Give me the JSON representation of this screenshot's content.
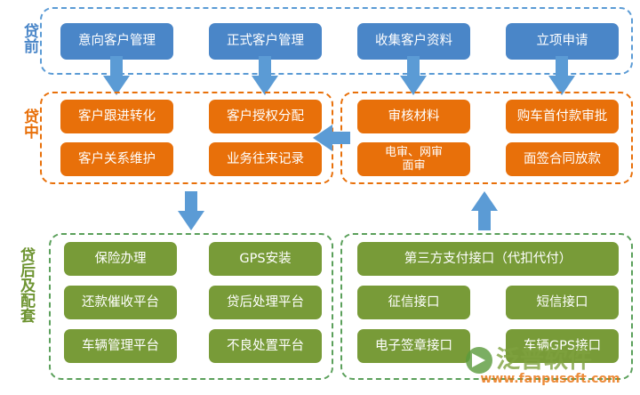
{
  "diagram": {
    "title_labels": {
      "pre_loan": "贷前",
      "mid_loan": "贷中",
      "post_loan": "贷后及配套"
    },
    "colors": {
      "blue": "#4A86C8",
      "blue_border": "#5B9BD5",
      "orange": "#E8700A",
      "green": "#789B38",
      "green_border": "#5BA05B",
      "arrow": "#5B9BD5"
    },
    "rows": {
      "pre_loan_nodes": [
        "意向客户管理",
        "正式客户管理",
        "收集客户资料",
        "立项申请"
      ],
      "mid_loan_left_nodes": [
        "客户跟进转化",
        "客户授权分配",
        "客户关系维护",
        "业务往来记录"
      ],
      "mid_loan_right_nodes": [
        "审核材料",
        "购车首付款审批",
        "电审、网审\n面审",
        "面签合同放款"
      ],
      "post_loan_left_nodes": [
        "保险办理",
        "GPS安装",
        "还款催收平台",
        "贷后处理平台",
        "车辆管理平台",
        "不良处置平台"
      ],
      "post_loan_right_wide": "第三方支付接口（代扣代付）",
      "post_loan_right_nodes": [
        "征信接口",
        "短信接口",
        "电子签章接口",
        "车辆GPS接口"
      ]
    },
    "arrows": [
      {
        "name": "arrow-pre-to-mid-1",
        "direction": "down"
      },
      {
        "name": "arrow-pre-to-mid-2",
        "direction": "down"
      },
      {
        "name": "arrow-pre-to-mid-3",
        "direction": "down"
      },
      {
        "name": "arrow-pre-to-mid-4",
        "direction": "down"
      },
      {
        "name": "arrow-mid-right-to-left",
        "direction": "left"
      },
      {
        "name": "arrow-mid-to-post-left",
        "direction": "down"
      },
      {
        "name": "arrow-post-to-mid-right",
        "direction": "up"
      }
    ]
  },
  "watermark": {
    "brand": "泛普软件",
    "url": "www.fanpusoft.com"
  }
}
